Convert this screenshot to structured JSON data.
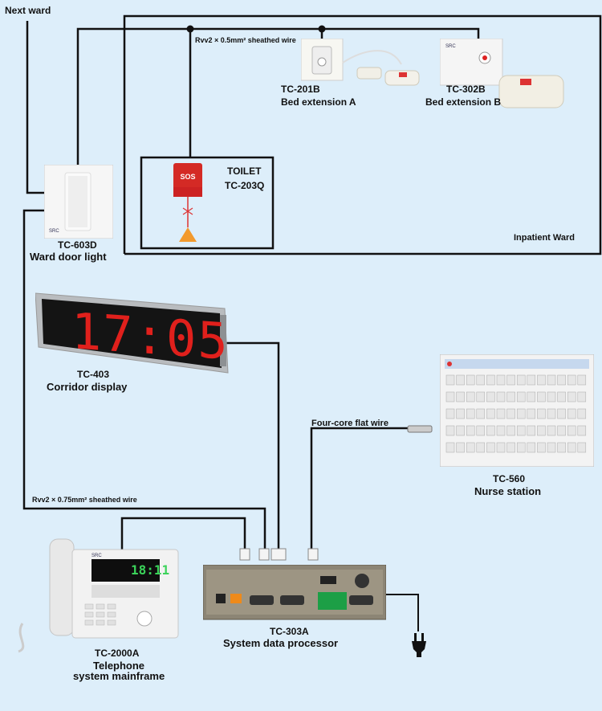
{
  "next_ward": "Next ward",
  "wire_top": "Rvv2 × 0.5mm² sheathed wire",
  "wire_bottom": "Rvv2 × 0.75mm² sheathed wire",
  "wire_flat": "Four-core flat wire",
  "ward_label": "Inpatient Ward",
  "devices": {
    "bed_a": {
      "model": "TC-201B",
      "name": "Bed extension A"
    },
    "bed_b": {
      "model": "TC-302B",
      "name": "Bed extension B"
    },
    "toilet": {
      "title": "TOILET",
      "model": "TC-203Q",
      "sos": "SOS"
    },
    "door_light": {
      "model": "TC-603D",
      "name": "Ward door light"
    },
    "corridor": {
      "model": "TC-403",
      "name": "Corridor display",
      "time": "17:05"
    },
    "nurse": {
      "model": "TC-560",
      "name": "Nurse station"
    },
    "phone": {
      "model": "TC-2000A",
      "name_line1": "Telephone",
      "name_line2": "system mainframe",
      "clock": "18:11",
      "brand": "SRC"
    },
    "processor": {
      "model": "TC-303A",
      "name": "System data processor"
    }
  },
  "colors": {
    "background": "#ddeefa",
    "wire": "#111111",
    "led": "#e0201c"
  }
}
